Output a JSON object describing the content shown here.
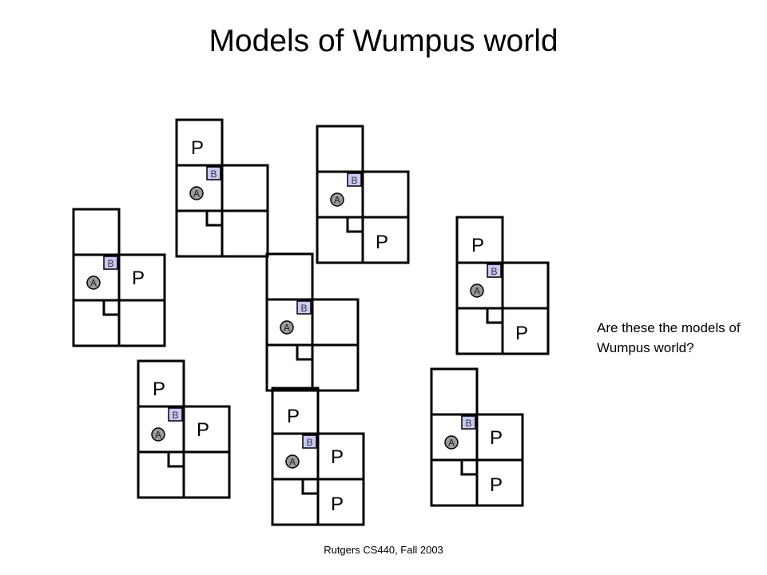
{
  "title": "Models of Wumpus world",
  "question": "Are these the models of Wumpus world?",
  "footer": "Rutgers CS440, Fall 2003",
  "labels": {
    "agent": "A",
    "breeze": "B",
    "pit": "P"
  },
  "colors": {
    "breeze_fill": "#c9c9f4",
    "agent_fill": "#9a9a9a",
    "line": "#000000"
  },
  "models": [
    {
      "pits": [
        "1,3"
      ]
    },
    {
      "pits": [
        "2,1"
      ]
    },
    {
      "pits": [
        "2,2"
      ]
    },
    {
      "pits": []
    },
    {
      "pits": [
        "1,3",
        "2,1"
      ]
    },
    {
      "pits": [
        "1,3",
        "2,2"
      ]
    },
    {
      "pits": [
        "1,3",
        "2,2",
        "2,1"
      ]
    },
    {
      "pits": [
        "2,2",
        "2,1"
      ]
    }
  ]
}
